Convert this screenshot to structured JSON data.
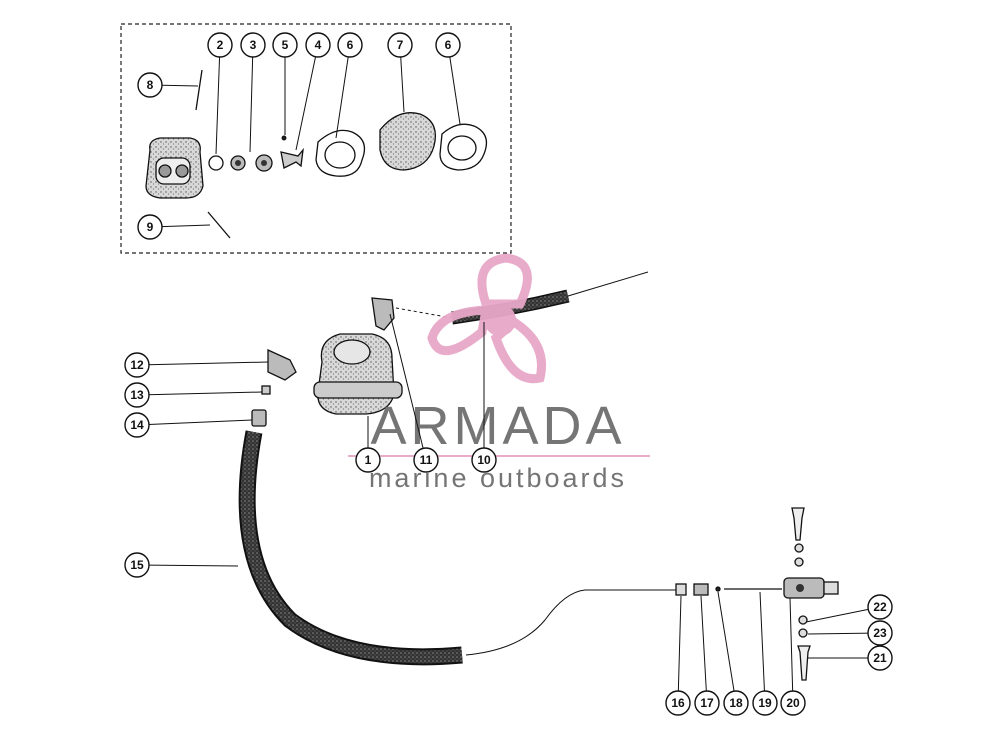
{
  "watermark": {
    "title": "ARMADA",
    "subtitle": "marine outboards",
    "title_color": "#6e6e6e",
    "accent_color": "#e8a7c8"
  },
  "callouts": [
    {
      "id": "c2",
      "label": "2"
    },
    {
      "id": "c3",
      "label": "3"
    },
    {
      "id": "c5",
      "label": "5"
    },
    {
      "id": "c4",
      "label": "4"
    },
    {
      "id": "c6a",
      "label": "6"
    },
    {
      "id": "c7",
      "label": "7"
    },
    {
      "id": "c6b",
      "label": "6"
    },
    {
      "id": "c8",
      "label": "8"
    },
    {
      "id": "c9",
      "label": "9"
    },
    {
      "id": "c12",
      "label": "12"
    },
    {
      "id": "c13",
      "label": "13"
    },
    {
      "id": "c14",
      "label": "14"
    },
    {
      "id": "c1",
      "label": "1"
    },
    {
      "id": "c11",
      "label": "11"
    },
    {
      "id": "c10",
      "label": "10"
    },
    {
      "id": "c15",
      "label": "15"
    },
    {
      "id": "c22",
      "label": "22"
    },
    {
      "id": "c23",
      "label": "23"
    },
    {
      "id": "c21",
      "label": "21"
    },
    {
      "id": "c16",
      "label": "16"
    },
    {
      "id": "c17",
      "label": "17"
    },
    {
      "id": "c18",
      "label": "18"
    },
    {
      "id": "c19",
      "label": "19"
    },
    {
      "id": "c20",
      "label": "20"
    }
  ]
}
